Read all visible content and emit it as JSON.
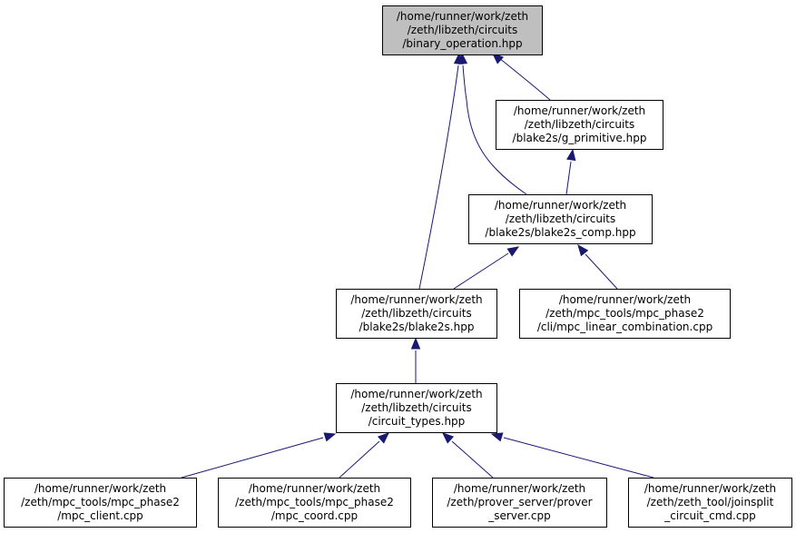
{
  "diagram": {
    "colors": {
      "root_fill": "#bfbfbf",
      "node_fill": "#ffffff",
      "node_border": "#000000",
      "edge": "#191970"
    },
    "nodes": [
      {
        "id": "binary_operation",
        "lines": [
          "/home/runner/work/zeth",
          "/zeth/libzeth/circuits",
          "/binary_operation.hpp"
        ]
      },
      {
        "id": "g_primitive",
        "lines": [
          "/home/runner/work/zeth",
          "/zeth/libzeth/circuits",
          "/blake2s/g_primitive.hpp"
        ]
      },
      {
        "id": "blake2s_comp",
        "lines": [
          "/home/runner/work/zeth",
          "/zeth/libzeth/circuits",
          "/blake2s/blake2s_comp.hpp"
        ]
      },
      {
        "id": "blake2s",
        "lines": [
          "/home/runner/work/zeth",
          "/zeth/libzeth/circuits",
          "/blake2s/blake2s.hpp"
        ]
      },
      {
        "id": "mpc_linear_combination",
        "lines": [
          "/home/runner/work/zeth",
          "/zeth/mpc_tools/mpc_phase2",
          "/cli/mpc_linear_combination.cpp"
        ]
      },
      {
        "id": "circuit_types",
        "lines": [
          "/home/runner/work/zeth",
          "/zeth/libzeth/circuits",
          "/circuit_types.hpp"
        ]
      },
      {
        "id": "mpc_client",
        "lines": [
          "/home/runner/work/zeth",
          "/zeth/mpc_tools/mpc_phase2",
          "/mpc_client.cpp"
        ]
      },
      {
        "id": "mpc_coord",
        "lines": [
          "/home/runner/work/zeth",
          "/zeth/mpc_tools/mpc_phase2",
          "/mpc_coord.cpp"
        ]
      },
      {
        "id": "prover_server",
        "lines": [
          "/home/runner/work/zeth",
          "/zeth/prover_server/prover",
          "_server.cpp"
        ]
      },
      {
        "id": "joinsplit_circuit_cmd",
        "lines": [
          "/home/runner/work/zeth",
          "/zeth/zeth_tool/joinsplit",
          "_circuit_cmd.cpp"
        ]
      }
    ],
    "edges": [
      {
        "from": "g_primitive",
        "to": "binary_operation"
      },
      {
        "from": "blake2s_comp",
        "to": "binary_operation"
      },
      {
        "from": "blake2s",
        "to": "binary_operation"
      },
      {
        "from": "blake2s_comp",
        "to": "g_primitive"
      },
      {
        "from": "blake2s",
        "to": "blake2s_comp"
      },
      {
        "from": "mpc_linear_combination",
        "to": "blake2s_comp"
      },
      {
        "from": "circuit_types",
        "to": "blake2s"
      },
      {
        "from": "mpc_client",
        "to": "circuit_types"
      },
      {
        "from": "mpc_coord",
        "to": "circuit_types"
      },
      {
        "from": "prover_server",
        "to": "circuit_types"
      },
      {
        "from": "joinsplit_circuit_cmd",
        "to": "circuit_types"
      }
    ]
  }
}
